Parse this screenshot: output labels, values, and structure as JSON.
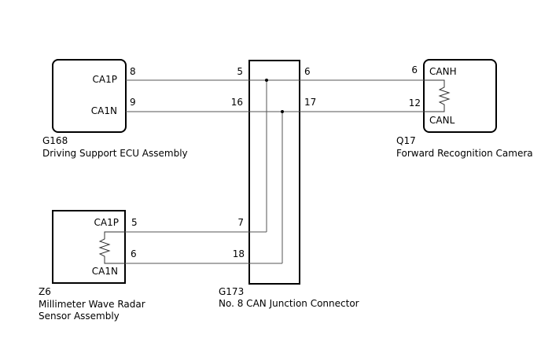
{
  "components": {
    "g168": {
      "code": "G168",
      "name": "Driving Support ECU Assembly",
      "pins": [
        {
          "label": "CA1P",
          "number": "8"
        },
        {
          "label": "CA1N",
          "number": "9"
        }
      ]
    },
    "g173": {
      "code": "G173",
      "name": "No. 8 CAN Junction Connector",
      "pins_left": [
        "5",
        "16",
        "7",
        "18"
      ],
      "pins_right": [
        "6",
        "17"
      ]
    },
    "q17": {
      "code": "Q17",
      "name": "Forward Recognition Camera",
      "pins": [
        {
          "label": "CANH",
          "number": "6"
        },
        {
          "label": "CANL",
          "number": "12"
        }
      ]
    },
    "z6": {
      "code": "Z6",
      "name_line1": "Millimeter Wave Radar",
      "name_line2": "Sensor Assembly",
      "pins": [
        {
          "label": "CA1P",
          "number": "5"
        },
        {
          "label": "CA1N",
          "number": "6"
        }
      ]
    }
  },
  "colors": {
    "outline": "#000000",
    "wire": "#555555",
    "background": "#ffffff"
  }
}
